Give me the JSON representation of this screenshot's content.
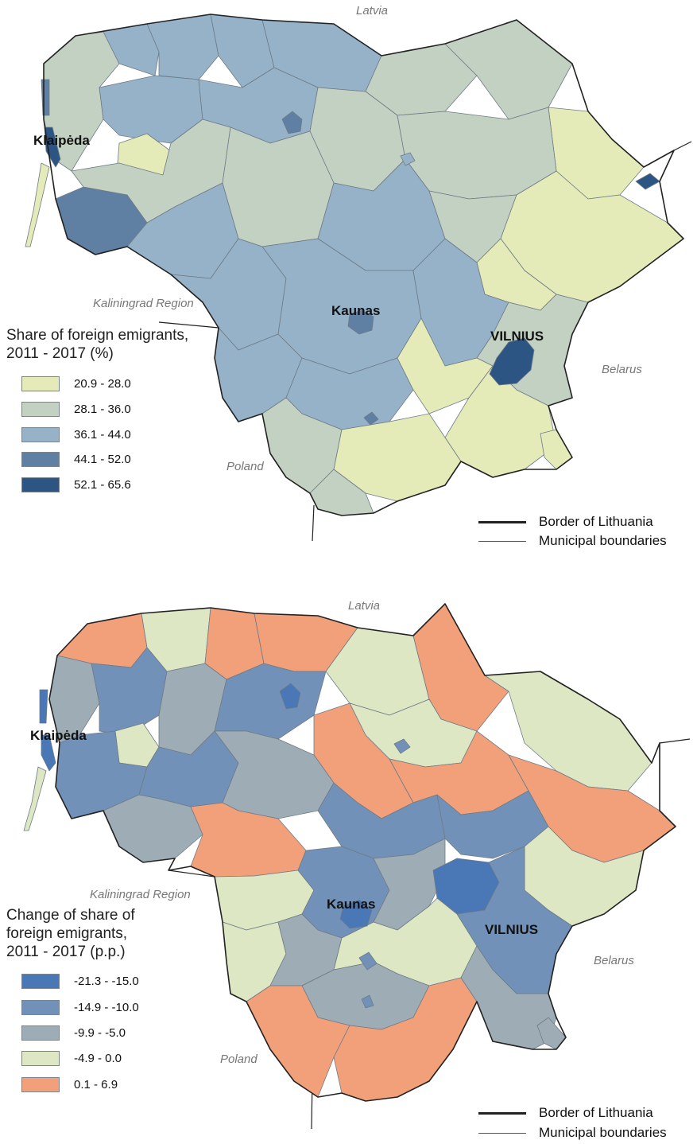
{
  "panels": [
    {
      "legend_title_lines": [
        "Share of foreign emigrants,",
        "2011 - 2017 (%)"
      ],
      "classes": [
        {
          "label": "20.9 - 28.0",
          "color": "#e4ebb8"
        },
        {
          "label": "28.1 - 36.0",
          "color": "#c3d1c2"
        },
        {
          "label": "36.1 - 44.0",
          "color": "#95b2c8"
        },
        {
          "label": "44.1 - 52.0",
          "color": "#5f7fa3"
        },
        {
          "label": "52.1 - 65.6",
          "color": "#2d5583"
        }
      ],
      "labels": {
        "latvia": "Latvia",
        "kaliningrad": "Kaliningrad Region",
        "poland": "Poland",
        "belarus": "Belarus",
        "klaipeda": "Klaipėda",
        "kaunas": "Kaunas",
        "vilnius": "VILNIUS"
      },
      "line_legend": {
        "border": "Border of Lithuania",
        "municipal": "Municipal boundaries"
      }
    },
    {
      "legend_title_lines": [
        "Change of share of",
        "foreign emigrants,",
        "2011 - 2017 (p.p.)"
      ],
      "classes": [
        {
          "label": "-21.3 - -15.0",
          "color": "#4a77b5"
        },
        {
          "label": "-14.9 - -10.0",
          "color": "#7291b8"
        },
        {
          "label": "-9.9 - -5.0",
          "color": "#9eadb5"
        },
        {
          "label": "-4.9 - 0.0",
          "color": "#dde7c3"
        },
        {
          "label": "0.1 - 6.9",
          "color": "#f2a07a"
        }
      ],
      "labels": {
        "latvia": "Latvia",
        "kaliningrad": "Kaliningrad Region",
        "poland": "Poland",
        "belarus": "Belarus",
        "klaipeda": "Klaipėda",
        "kaunas": "Kaunas",
        "vilnius": "VILNIUS"
      },
      "line_legend": {
        "border": "Border of Lithuania",
        "municipal": "Municipal boundaries"
      }
    }
  ]
}
